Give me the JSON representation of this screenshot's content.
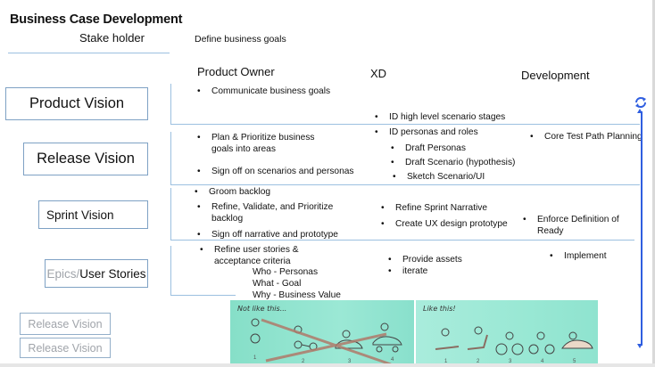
{
  "title": "Business Case Development",
  "stakeholder": {
    "label": "Stake holder",
    "task": "Define business goals"
  },
  "columns": {
    "product_owner": "Product Owner",
    "xd": "XD",
    "development": "Development"
  },
  "stages": [
    {
      "label": "Product Vision"
    },
    {
      "label": "Release Vision"
    },
    {
      "label": "Sprint Vision"
    },
    {
      "label_muted": "Epics/",
      "label": "User Stories"
    }
  ],
  "extra_stages": [
    "Release Vision",
    "Release Vision"
  ],
  "rows": {
    "product_vision": {
      "po": [
        "Communicate business goals"
      ],
      "xd": [
        "ID high level scenario stages"
      ]
    },
    "release_vision": {
      "po": [
        "Plan & Prioritize business\ngoals into areas",
        "Sign off on scenarios and personas"
      ],
      "xd": [
        "ID personas and roles",
        "Draft Personas",
        "Draft Scenario (hypothesis)",
        "Sketch Scenario/UI"
      ],
      "dev": [
        "Core Test Path Planning"
      ]
    },
    "sprint_vision": {
      "po": [
        "Groom backlog",
        "Refine, Validate, and Prioritize\nbacklog",
        "Sign off narrative and prototype"
      ],
      "xd": [
        "Refine Sprint Narrative",
        "Create UX design prototype"
      ],
      "dev": [
        "Enforce Definition of\nReady"
      ]
    },
    "user_stories": {
      "po": [
        "Refine user stories &\nacceptance criteria"
      ],
      "po_sub": [
        "Who - Personas",
        "What - Goal",
        "Why - Business Value"
      ],
      "xd": [
        "Provide assets",
        "iterate"
      ],
      "dev": [
        "Implement"
      ]
    }
  },
  "bullet": "•",
  "illustration": {
    "left_caption": "Not like this...",
    "right_caption": "Like this!",
    "left_steps": [
      "1",
      "2",
      "3",
      "4"
    ],
    "right_steps": [
      "1",
      "2",
      "3",
      "4",
      "5"
    ]
  },
  "colors": {
    "accent_blue": "#2f5ee0",
    "divider_blue": "#9cc0e0",
    "image_teal": "#8fe3cf"
  }
}
